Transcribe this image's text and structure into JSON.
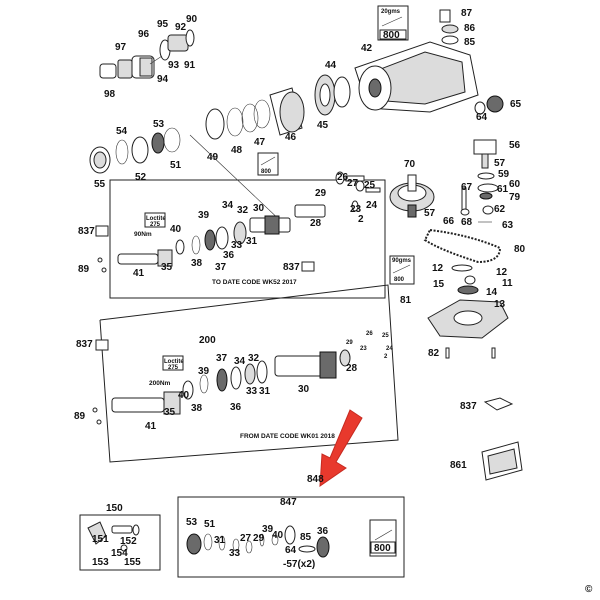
{
  "callouts": {
    "c87": "87",
    "c86": "86",
    "c85a": "85",
    "c42": "42",
    "c44": "44",
    "c46": "46",
    "c45": "45",
    "c65": "65",
    "c64": "64",
    "c95": "95",
    "c92": "92",
    "c90": "90",
    "c96": "96",
    "c97": "97",
    "c93": "93",
    "c91": "91",
    "c94": "94",
    "c98": "98",
    "c54": "54",
    "c53": "53",
    "c55": "55",
    "c52": "52",
    "c51a": "51",
    "c49": "49",
    "c48": "48",
    "c47": "47",
    "c56": "56",
    "c57a": "57",
    "c59": "59",
    "c60": "60",
    "c61": "61",
    "c67": "67",
    "c79": "79",
    "c68": "68",
    "c62": "62",
    "c66": "66",
    "c63": "63",
    "c70": "70",
    "c57b": "57",
    "c80": "80",
    "c26": "26",
    "c27": "27",
    "c29a": "29",
    "c25": "25",
    "c23a": "23",
    "c24": "24",
    "c28a": "28",
    "c2a": "2",
    "c837a": "837",
    "c40a": "40",
    "c39a": "39",
    "c34a": "34",
    "c32a": "32",
    "c33a": "33",
    "c31a": "31",
    "c30a": "30",
    "c37a": "37",
    "c38a": "38",
    "c35a": "35",
    "c36a": "36",
    "c41a": "41",
    "c89a": "89",
    "c837b": "837",
    "c12a": "12",
    "c12b": "12",
    "c15": "15",
    "c11": "11",
    "c14": "14",
    "c13": "13",
    "c81": "81",
    "c82": "82",
    "c200": "200",
    "c837c": "837",
    "c37b": "37",
    "c34b": "34",
    "c32b": "32",
    "c39b": "39",
    "c33b": "33",
    "c31b": "31",
    "c30b": "30",
    "c38b": "38",
    "c36b": "36",
    "c35b": "35",
    "c40b": "40",
    "c41b": "41",
    "c89b": "89",
    "c28b": "28",
    "c29b": "29",
    "c26b": "26",
    "c23b": "23",
    "c25b": "25",
    "c24b": "24",
    "c2b": "2",
    "c837d": "837",
    "c861": "861",
    "c848": "848",
    "c847": "847",
    "c53k": "53",
    "c51k": "51",
    "c31k": "31",
    "c27k": "27",
    "c29k": "29",
    "c39k": "39",
    "c40k": "40",
    "c33k": "33",
    "c64k": "64",
    "c85k": "85",
    "c36k": "36",
    "c57x2": "-57(x2)",
    "c150": "150",
    "c151": "151",
    "c152": "152",
    "c154": "154",
    "c153": "153",
    "c155": "155"
  },
  "captions": {
    "to_date": "TO DATE CODE WK52 2017",
    "from_date": "FROM DATE CODE WK01 2018",
    "copyright": "©",
    "torque_a": "90Nm",
    "torque_b": "200Nm",
    "loctite_a": "Loctite",
    "loctite_a_num": "275",
    "loctite_b": "Loctite",
    "loctite_b_num": "275"
  },
  "grease_tubs": {
    "top": {
      "weight": "20gms",
      "part": "800"
    },
    "mid": {
      "part": "800"
    },
    "right": {
      "weight": "90gms",
      "part": "800"
    },
    "kit": {
      "part": "800"
    }
  }
}
